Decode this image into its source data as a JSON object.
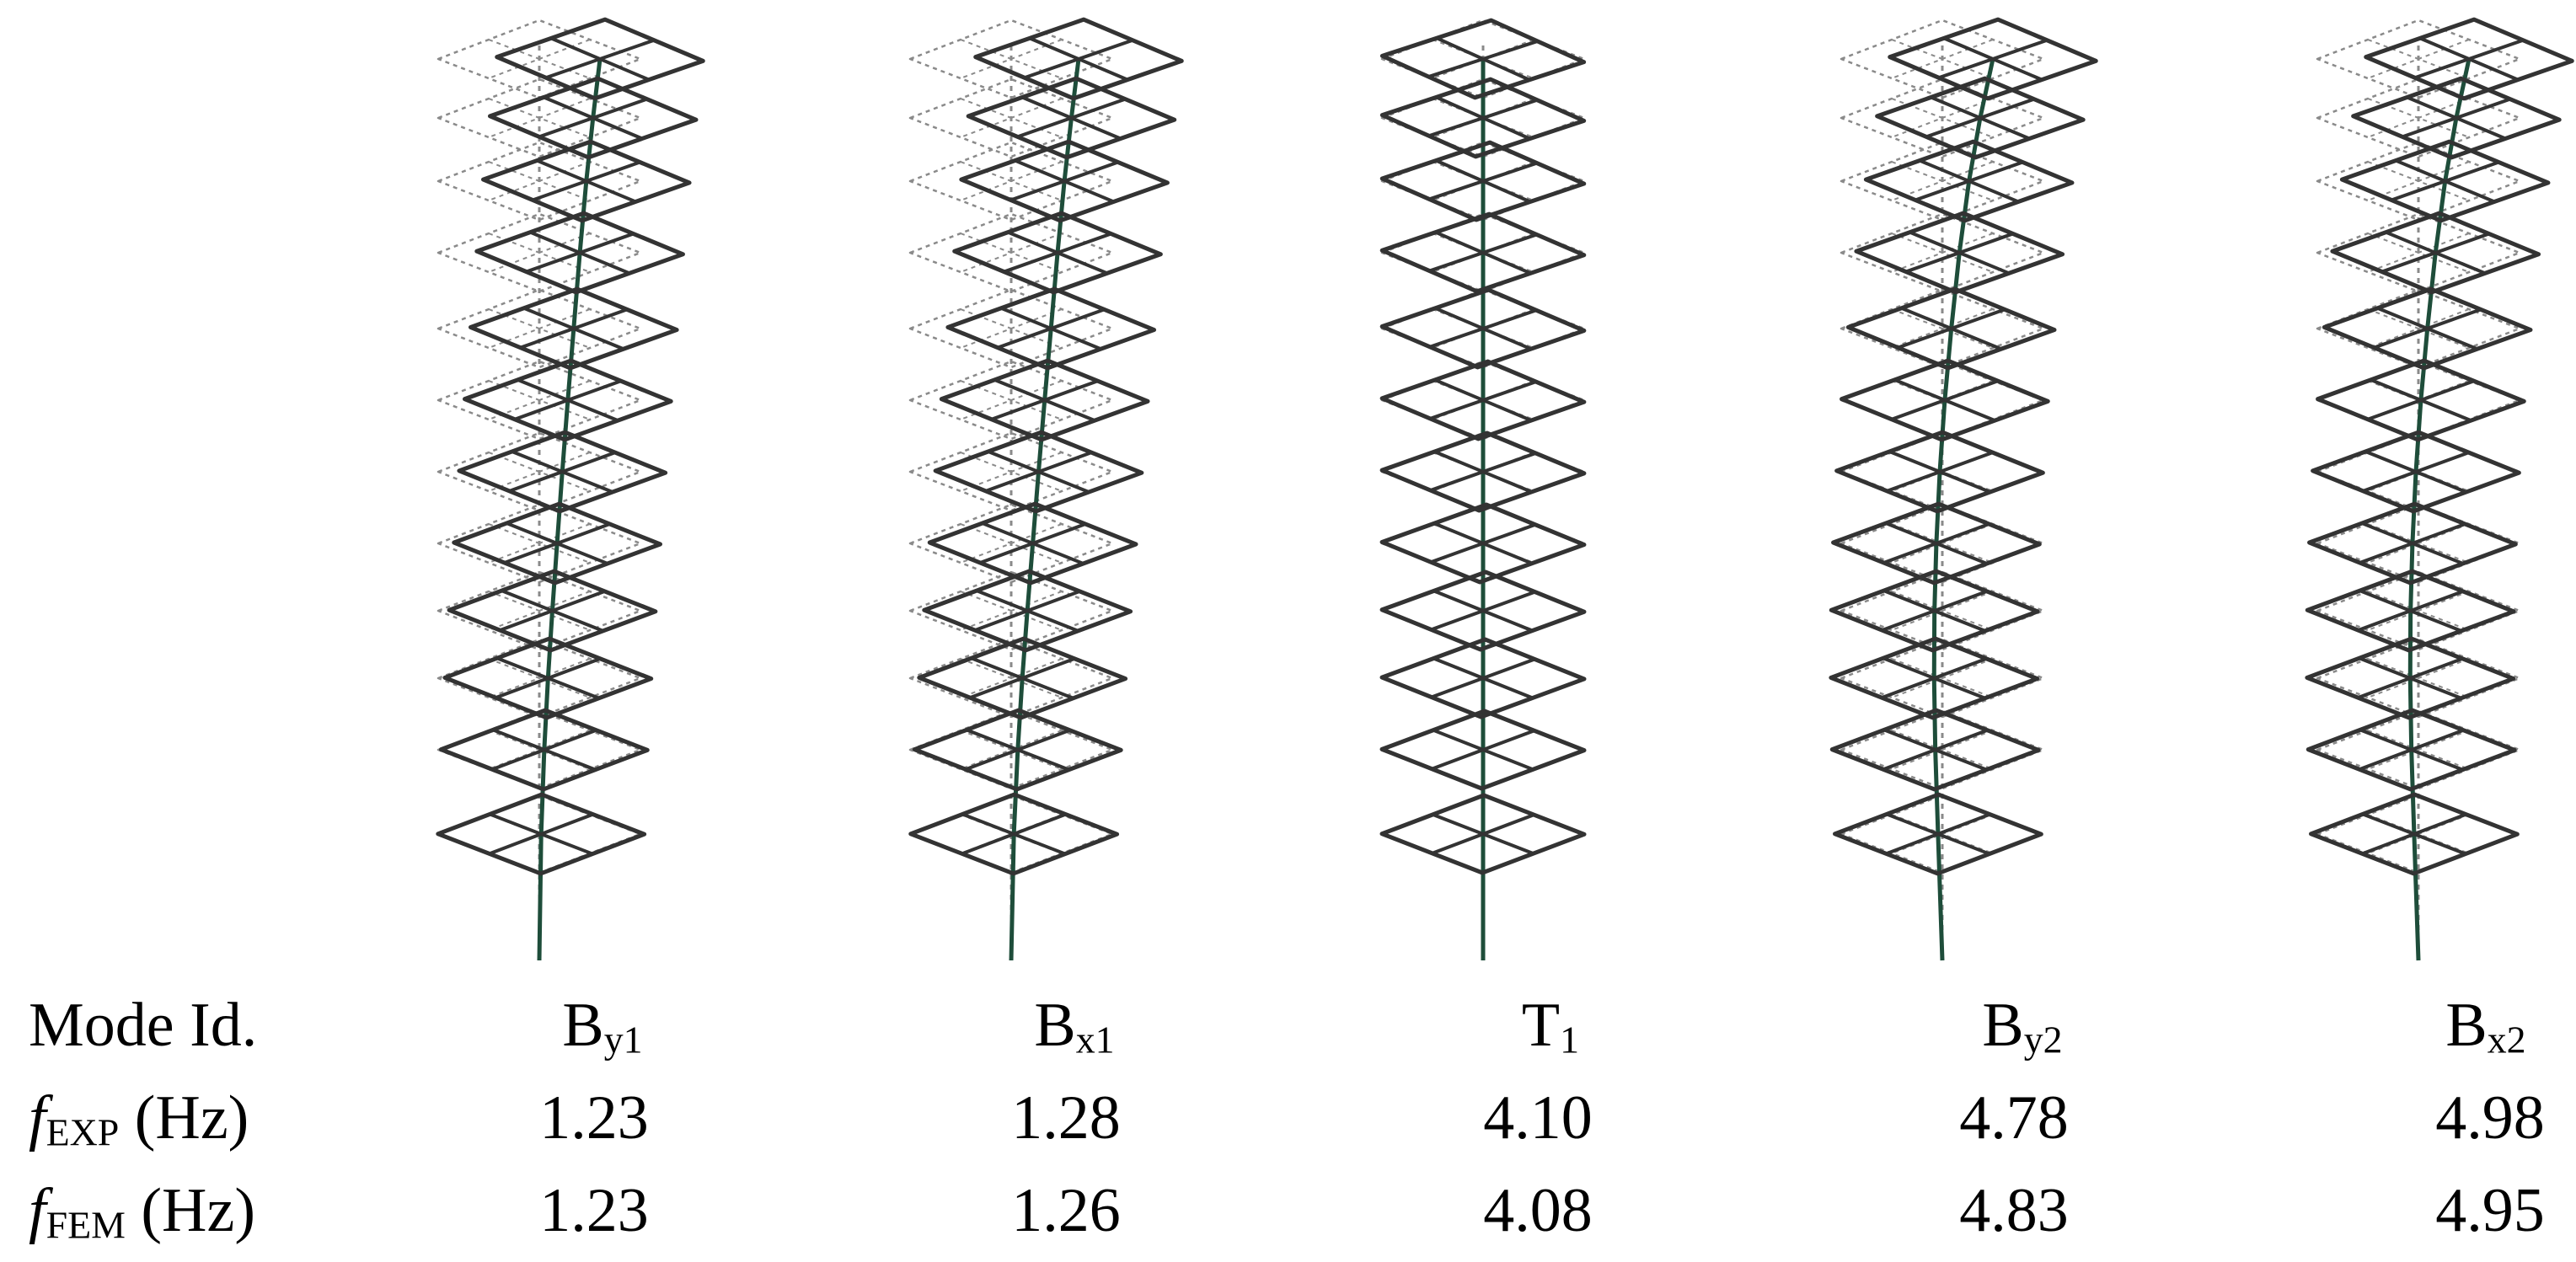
{
  "row_labels": {
    "mode": "Mode Id.",
    "exp": {
      "symbol": "f",
      "sub": "EXP",
      "unit": "(Hz)"
    },
    "fem": {
      "symbol": "f",
      "sub": "FEM",
      "unit": "(Hz)"
    }
  },
  "modes": [
    {
      "base": "B",
      "sub": "y1",
      "f_exp": "1.23",
      "f_fem": "1.23"
    },
    {
      "base": "B",
      "sub": "x1",
      "f_exp": "1.28",
      "f_fem": "1.26"
    },
    {
      "base": "T",
      "sub": "1",
      "f_exp": "4.10",
      "f_fem": "4.08"
    },
    {
      "base": "B",
      "sub": "y2",
      "f_exp": "4.78",
      "f_fem": "4.83"
    },
    {
      "base": "B",
      "sub": "x2",
      "f_exp": "4.98",
      "f_fem": "4.95"
    }
  ],
  "colors": {
    "deformed": "#333333",
    "undeformed": "#8a8a8a",
    "mast": "#1e4d3a"
  }
}
